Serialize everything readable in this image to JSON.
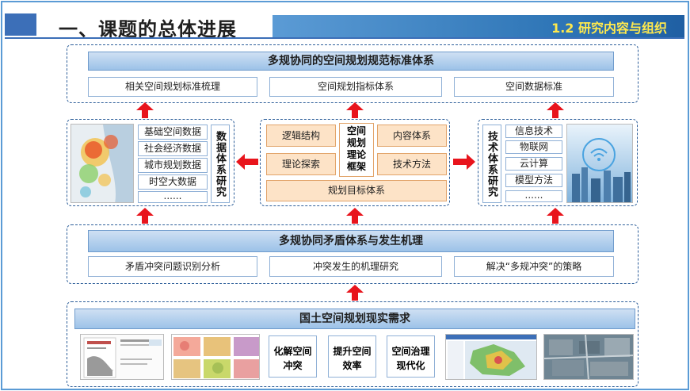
{
  "header": {
    "title": "一、课题的总体进展",
    "section": "1.2  研究内容与组织"
  },
  "top": {
    "title": "多规协同的空间规划规范标准体系",
    "items": [
      "相关空间规划标准梳理",
      "空间规划指标体系",
      "空间数据标准"
    ]
  },
  "left": {
    "vertical_label": "数据体系研究",
    "items": [
      "基础空间数据",
      "社会经济数据",
      "城市规划数据",
      "时空大数据",
      "......"
    ]
  },
  "center": {
    "core_label": "空间规划理论框架",
    "items": [
      "逻辑结构",
      "内容体系",
      "理论探索",
      "技术方法"
    ],
    "bottom": "规划目标体系"
  },
  "right": {
    "vertical_label": "技术体系研究",
    "items": [
      "信息技术",
      "物联网",
      "云计算",
      "模型方法",
      "......"
    ]
  },
  "middle": {
    "title": "多规协同矛盾体系与发生机理",
    "items": [
      "矛盾冲突问题识别分析",
      "冲突发生的机理研究",
      "解决“多规冲突”的策略"
    ]
  },
  "bottom": {
    "title": "国土空间规划现实需求",
    "items": [
      "化解空间冲突",
      "提升空间效率",
      "空间治理现代化"
    ],
    "item_lines": [
      [
        "化解空间",
        "冲突"
      ],
      [
        "提升空间",
        "效率"
      ],
      [
        "空间治理",
        "现代化"
      ]
    ]
  },
  "colors": {
    "accent": "#2e75b6",
    "arrow": "#e8141c",
    "header_text": "#ffe94d"
  }
}
